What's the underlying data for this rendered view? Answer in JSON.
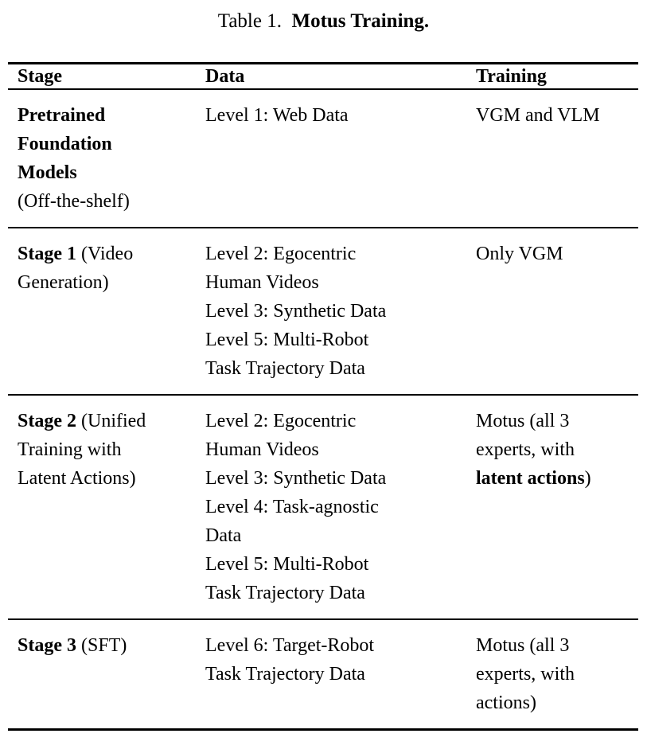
{
  "caption": {
    "label": "Table 1.",
    "title": "Motus Training."
  },
  "table": {
    "columns": [
      {
        "key": "stage",
        "header": "Stage"
      },
      {
        "key": "data",
        "header": "Data"
      },
      {
        "key": "training",
        "header": "Training"
      }
    ],
    "rows": [
      {
        "stage": {
          "lines": [
            {
              "bold": "Pretrained",
              "normal": ""
            },
            {
              "bold": "Foundation",
              "normal": ""
            },
            {
              "bold": "Models",
              "normal": ""
            },
            {
              "bold": "",
              "normal": "(Off-the-shelf)"
            }
          ],
          "text": "Pretrained Foundation Models (Off-the-shelf)"
        },
        "data": {
          "lines": [
            "Level 1: Web Data"
          ],
          "text": "Level 1: Web Data"
        },
        "training": {
          "lines": [
            {
              "normal": "VGM and VLM",
              "bold": "",
              "tail": ""
            }
          ],
          "text": "VGM and VLM"
        }
      },
      {
        "stage": {
          "lines": [
            {
              "bold": "Stage 1",
              "normal": " (Video"
            },
            {
              "bold": "",
              "normal": "Generation)"
            }
          ],
          "text": "Stage 1 (Video Generation)"
        },
        "data": {
          "lines": [
            "Level 2: Egocentric",
            "Human Videos",
            "Level 3: Synthetic Data",
            "Level 5: Multi-Robot",
            "Task Trajectory Data"
          ],
          "text": "Level 2: Egocentric Human Videos Level 3: Synthetic Data Level 5: Multi-Robot Task Trajectory Data"
        },
        "training": {
          "lines": [
            {
              "normal": "Only VGM",
              "bold": "",
              "tail": ""
            }
          ],
          "text": "Only VGM"
        }
      },
      {
        "stage": {
          "lines": [
            {
              "bold": "Stage 2",
              "normal": " (Unified"
            },
            {
              "bold": "",
              "normal": "Training with"
            },
            {
              "bold": "",
              "normal": "Latent Actions)"
            }
          ],
          "text": "Stage 2 (Unified Training with Latent Actions)"
        },
        "data": {
          "lines": [
            "Level 2: Egocentric",
            "Human Videos",
            "Level 3: Synthetic Data",
            "Level 4: Task-agnostic",
            "Data",
            "Level 5: Multi-Robot",
            "Task Trajectory Data"
          ],
          "text": "Level 2: Egocentric Human Videos Level 3: Synthetic Data Level 4: Task-agnostic Data Level 5: Multi-Robot Task Trajectory Data"
        },
        "training": {
          "lines": [
            {
              "normal": "Motus (all 3",
              "bold": "",
              "tail": ""
            },
            {
              "normal": "experts, with",
              "bold": "",
              "tail": ""
            },
            {
              "normal": "",
              "bold": "latent actions",
              "tail": ")"
            }
          ],
          "text": "Motus (all 3 experts, with latent actions)"
        }
      },
      {
        "stage": {
          "lines": [
            {
              "bold": "Stage 3",
              "normal": " (SFT)"
            }
          ],
          "text": "Stage 3 (SFT)"
        },
        "data": {
          "lines": [
            "Level 6: Target-Robot",
            "Task Trajectory Data"
          ],
          "text": "Level 6: Target-Robot Task Trajectory Data"
        },
        "training": {
          "lines": [
            {
              "normal": "Motus (all 3",
              "bold": "",
              "tail": ""
            },
            {
              "normal": "experts, with",
              "bold": "",
              "tail": ""
            },
            {
              "normal": "actions)",
              "bold": "",
              "tail": ""
            }
          ],
          "text": "Motus (all 3 experts, with actions)"
        }
      }
    ]
  },
  "colors": {
    "text": "#000000",
    "background": "#ffffff",
    "rule": "#000000"
  }
}
